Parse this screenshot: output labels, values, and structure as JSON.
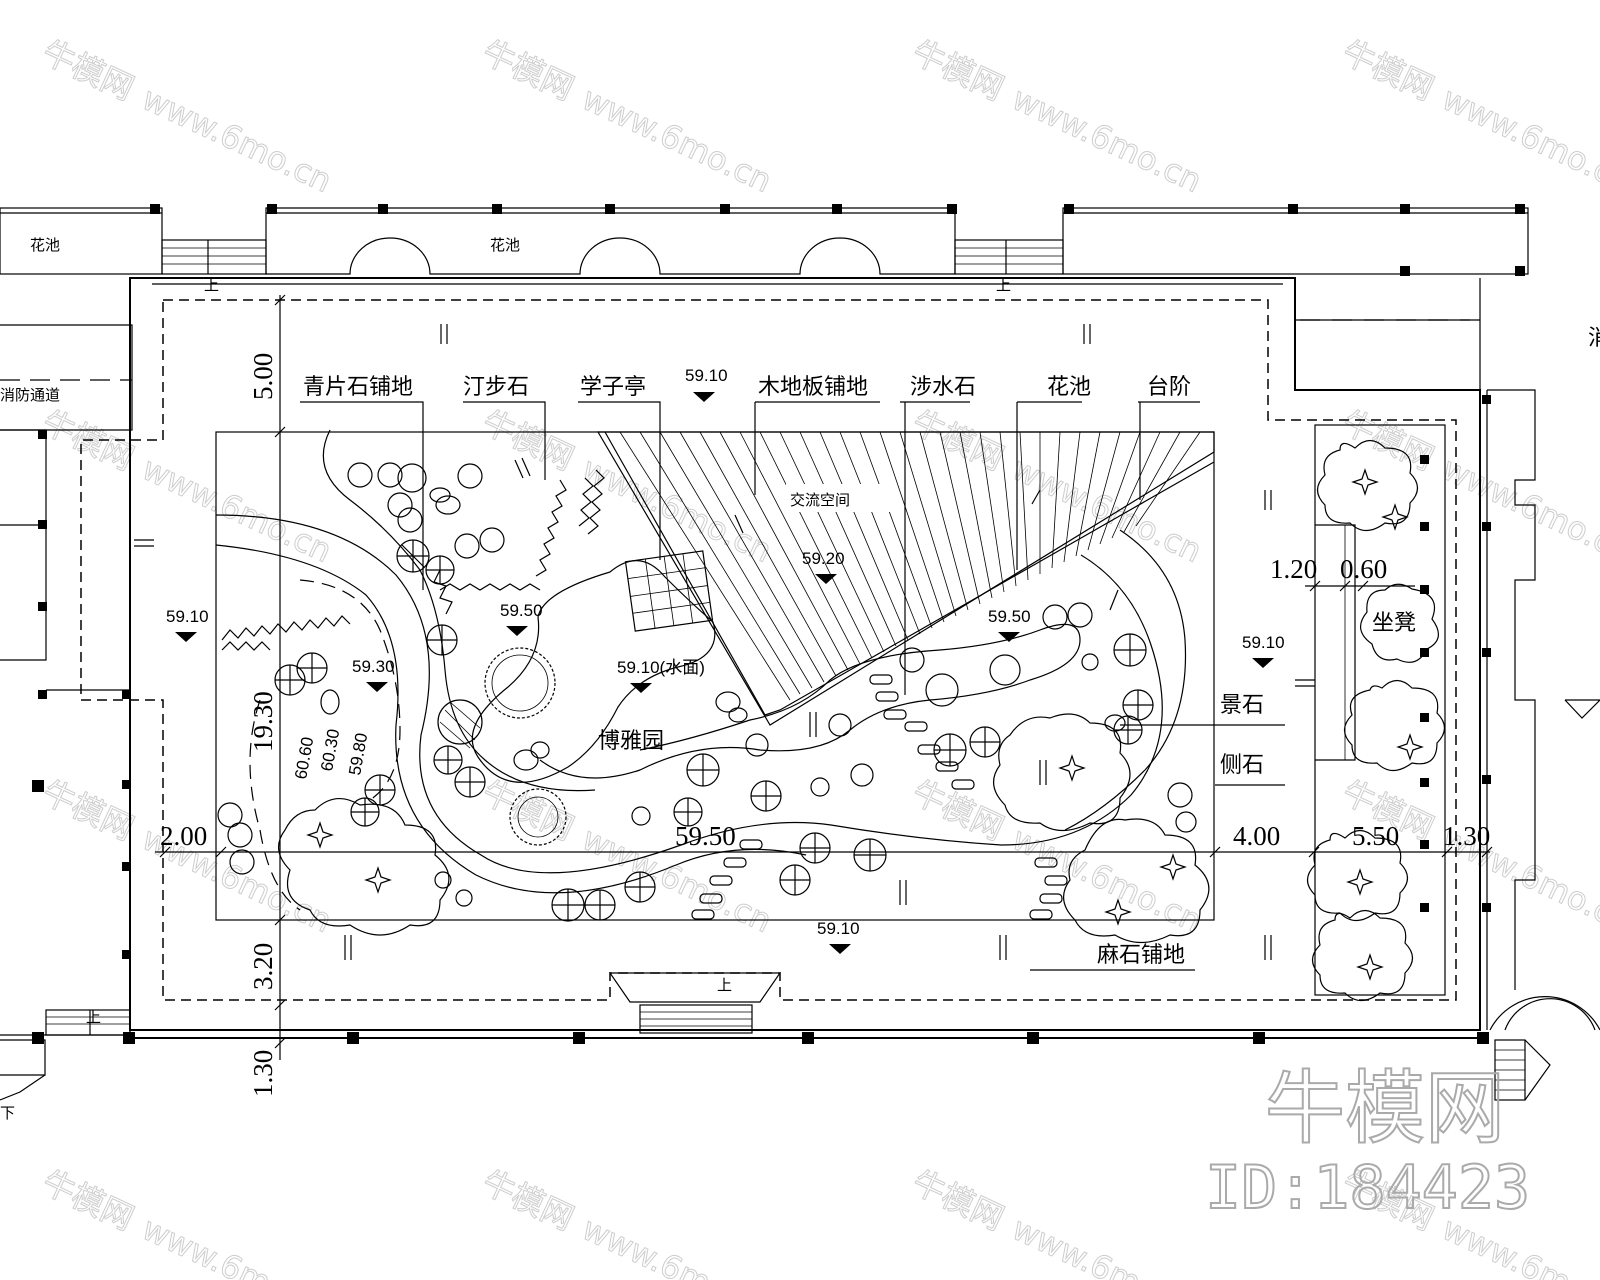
{
  "labels": {
    "flower_bed_1": "花池",
    "flower_bed_2": "花池",
    "fire_lane": "消防通道",
    "stone_paving": "青片石铺地",
    "stepping_stones": "汀步石",
    "pavilion": "学子亭",
    "wood_deck": "木地板铺地",
    "wading_stones": "涉水石",
    "flower_bed_3": "花池",
    "steps": "台阶",
    "exchange_space": "交流空间",
    "garden_name": "博雅园",
    "feature_rock": "景石",
    "curb_stone": "侧石",
    "seat": "坐凳",
    "granite_paving": "麻石铺地",
    "up_1": "上",
    "up_2": "上",
    "up_3": "上",
    "up_4": "上",
    "down": "下",
    "fire_edge": "消"
  },
  "elevations": {
    "e1": "59.10",
    "e2": "59.20",
    "e3": "59.10",
    "e4": "59.30",
    "e5": "59.50",
    "e6": "59.10(水面)",
    "e7": "59.50",
    "e8": "59.10",
    "e9": "59.10",
    "e10": "60.60",
    "e11": "60.30",
    "e12": "59.80"
  },
  "dimensions": {
    "d_top": "5.00",
    "d_mid": "19.30",
    "d_bot1": "3.20",
    "d_bot2": "1.30",
    "d_left": "2.00",
    "d_center": "59.50",
    "d_right1": "4.00",
    "d_right2": "5.50",
    "d_right3": "1.30",
    "d_seat1": "1.20",
    "d_seat2": "0.60"
  },
  "watermark": {
    "brand": "牛模网",
    "site": "www.6mo.cn",
    "id": "ID:184423"
  }
}
